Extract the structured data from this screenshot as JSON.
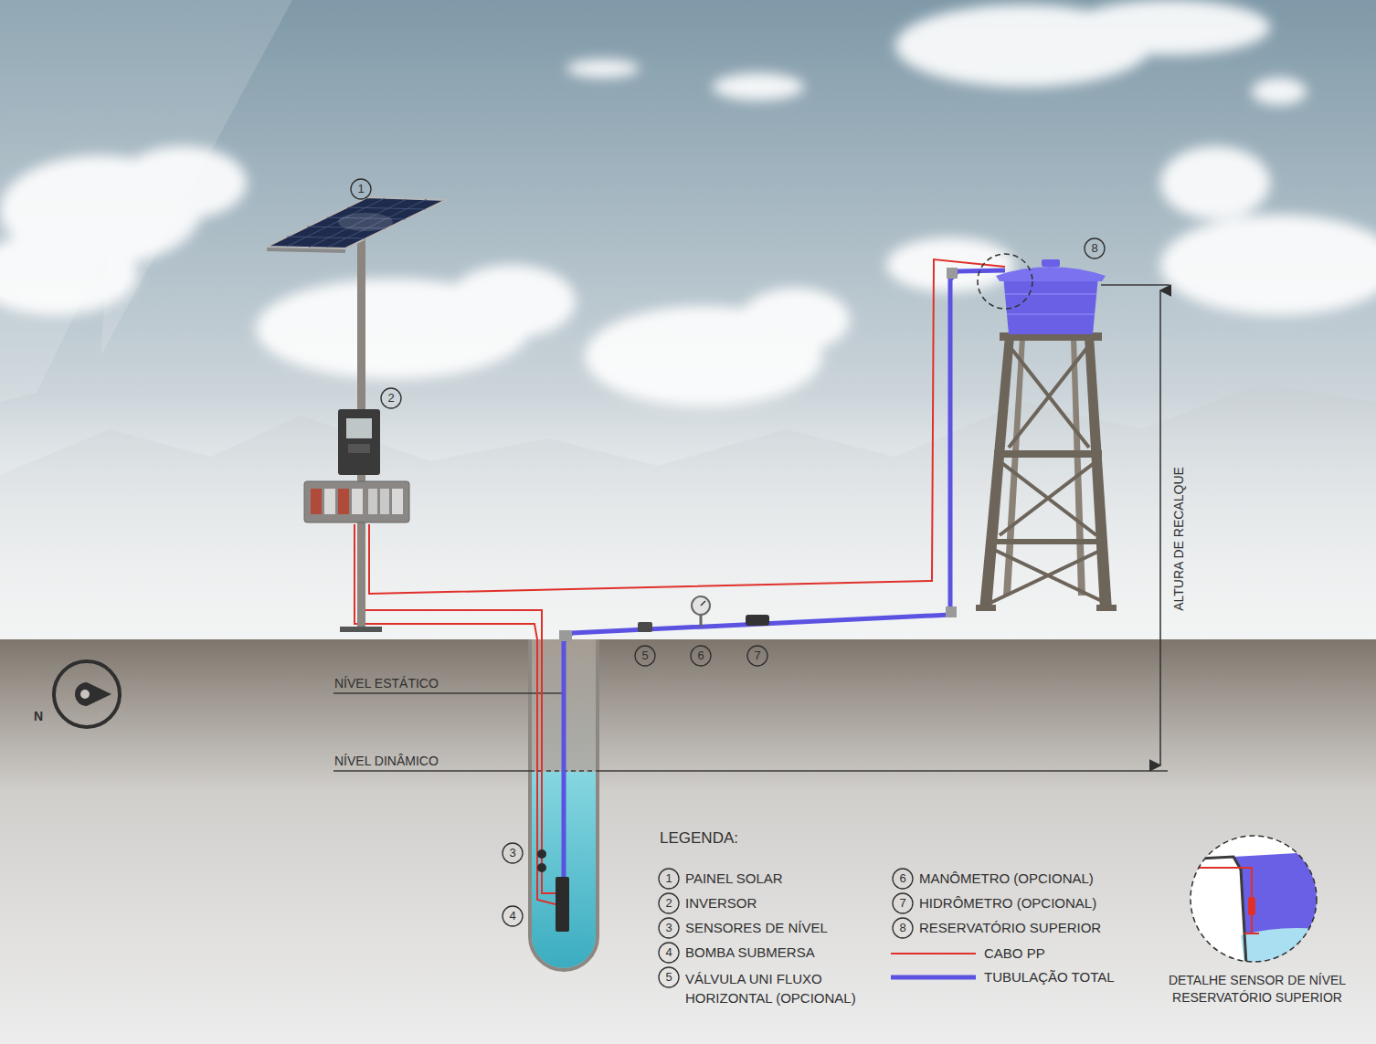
{
  "diagram": {
    "nodes": [
      {
        "text": [
          "DETALHE SENSOR DE NÍVEL RESERVATÓRIO SUPERIOR"
        ]
      }
    ],
    "labels": [
      "1",
      "2",
      "3",
      "4",
      "5",
      "6",
      "7",
      "8",
      "NÍVEL ESTÁTICO",
      "NÍVEL DINÂMICO",
      "ALTURA DE RECALQUE",
      "N",
      "LEGENDA:",
      "1",
      "2",
      "3",
      "4",
      "5",
      "6",
      "7",
      "8"
    ],
    "legend": [
      {
        "text": "PAINEL SOLAR"
      },
      {
        "text": "INVERSOR"
      },
      {
        "text": "SENSORES DE NÍVEL"
      },
      {
        "text": "BOMBA SUBMERSA"
      },
      {
        "text": "VÁLVULA UNI FLUXO HORIZONTAL (OPCIONAL)"
      },
      {
        "text": "MANÔMETRO (OPCIONAL)"
      },
      {
        "text": "HIDRÔMETRO (OPCIONAL)"
      },
      {
        "text": "RESERVATÓRIO SUPERIOR"
      },
      {
        "text": "CABO PP"
      },
      {
        "text": "TUBULAÇÃO TOTAL"
      }
    ]
  }
}
